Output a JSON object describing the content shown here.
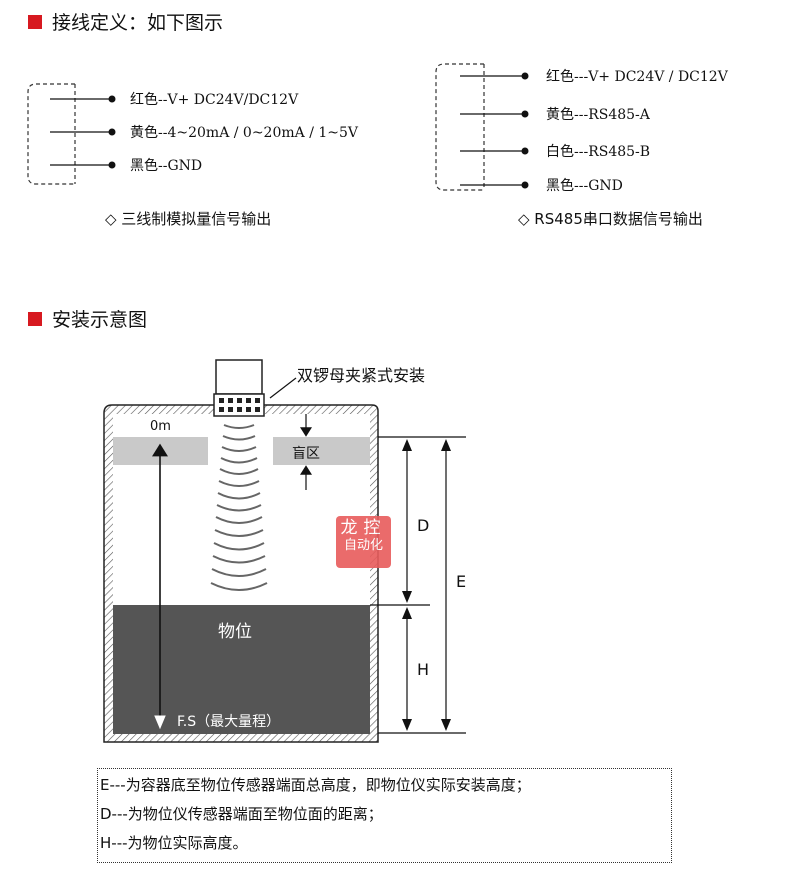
{
  "section1": {
    "title": "接线定义：如下图示"
  },
  "three_wire": {
    "lines": [
      "红色--V+ DC24V/DC12V",
      "黄色--4~20mA / 0~20mA / 1~5V",
      "黑色--GND"
    ],
    "caption": "◇ 三线制模拟量信号输出"
  },
  "rs485": {
    "lines": [
      "红色---V+ DC24V / DC12V",
      "黄色---RS485-A",
      "白色---RS485-B",
      "黑色---GND"
    ],
    "caption": "◇ RS485串口数据信号输出"
  },
  "section2": {
    "title": "安装示意图"
  },
  "diagram": {
    "mount_label": "双锣母夹紧式安装",
    "zero_label": "0m",
    "blind_label": "盲区",
    "d_label": "D",
    "e_label": "E",
    "h_label": "H",
    "level_label": "物位",
    "fs_label": "F.S（最大量程）",
    "watermark_top": "龙控",
    "watermark_bottom": "自动化"
  },
  "definitions": [
    "E---为容器底至物位传感器端面总高度，即物位仪实际安装高度；",
    "D---为物位仪传感器端面至物位面的距离；",
    "H---为物位实际高度。"
  ]
}
